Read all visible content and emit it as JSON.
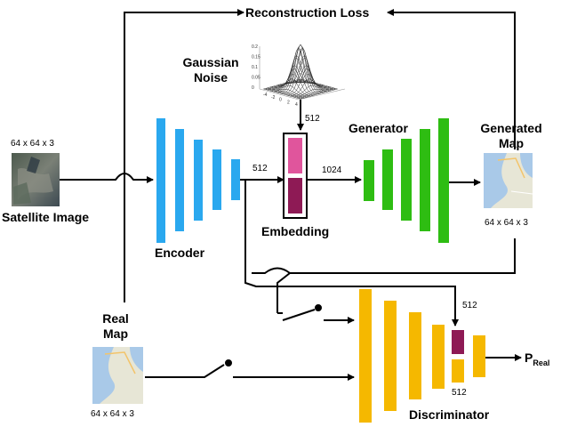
{
  "labels": {
    "reconstruction_loss": "Reconstruction Loss",
    "gaussian_noise_line1": "Gaussian",
    "gaussian_noise_line2": "Noise",
    "satellite_dim": "64 x 64 x 3",
    "satellite_image": "Satellite Image",
    "encoder": "Encoder",
    "embedding": "Embedding",
    "generator": "Generator",
    "generated_map_line1": "Generated",
    "generated_map_line2": "Map",
    "generated_dim": "64 x 64 x 3",
    "real_map_line1": "Real",
    "real_map_line2": "Map",
    "real_dim": "64 x 64 x 3",
    "discriminator": "Discriminator",
    "p_real_main": "P",
    "p_real_sub": "Real",
    "dim_512_encoder": "512",
    "dim_512_noise": "512",
    "dim_1024": "1024",
    "dim_512_disc_top": "512",
    "dim_512_disc_bottom": "512"
  },
  "gaussian_plot": {
    "z_ticks": [
      "0.2",
      "0.15",
      "0.1",
      "0.05",
      "0"
    ],
    "x_ticks": [
      "-4",
      "-2",
      "0",
      "2",
      "4"
    ]
  },
  "colors": {
    "encoder": "#2aa8ef",
    "generator": "#2ebd12",
    "discriminator": "#f5b800",
    "embedding_top": "#e0559c",
    "embedding_bottom": "#8e1a55",
    "disc_embed": "#8e1a55",
    "arrow": "#000000",
    "map_water": "#a9c9e8",
    "map_land": "#e7e6d6"
  }
}
